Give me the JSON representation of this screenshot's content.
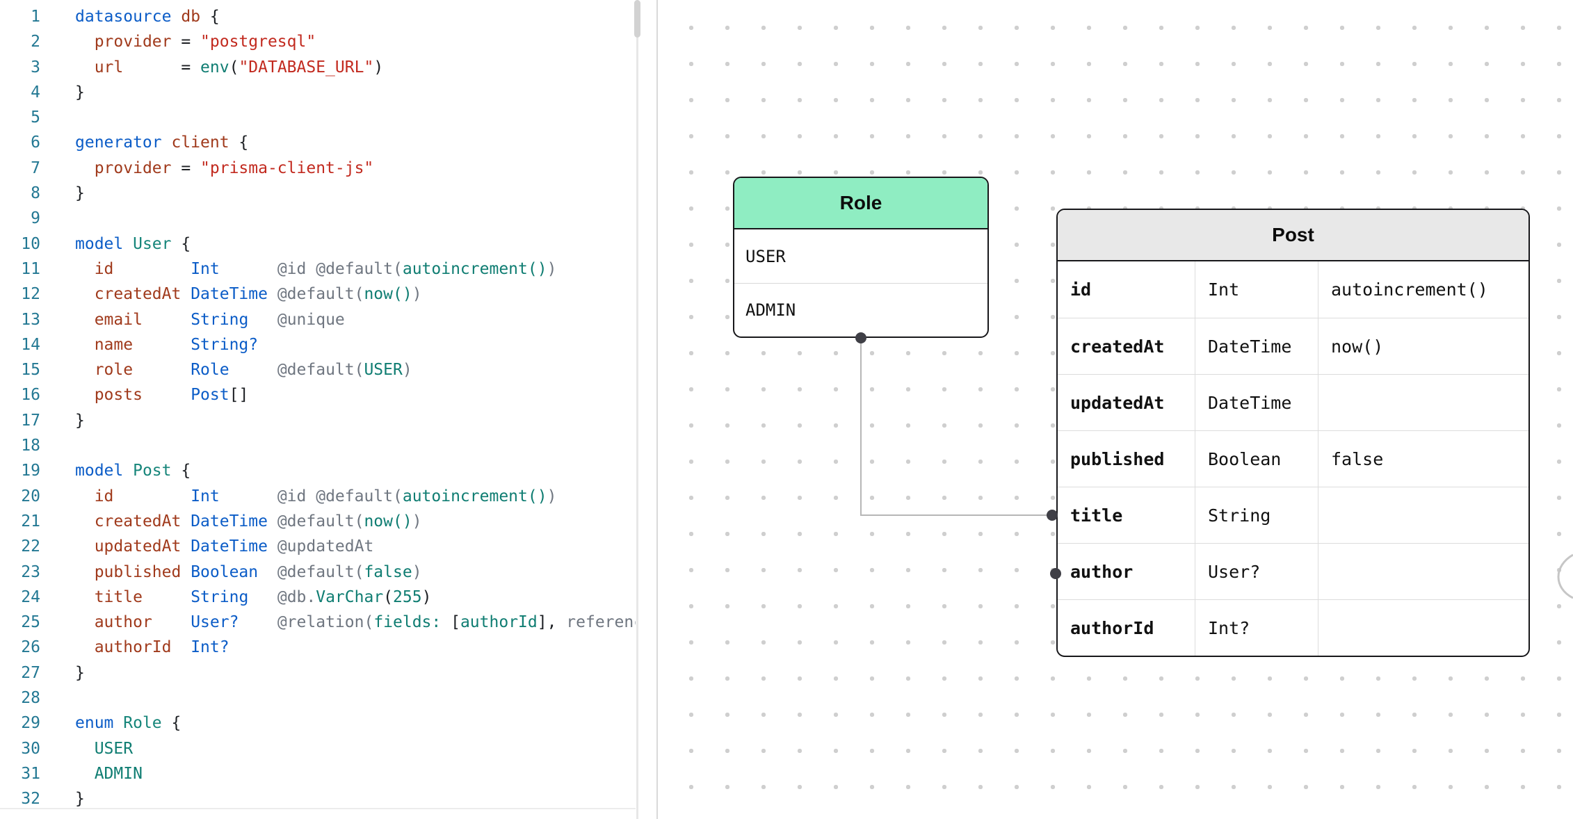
{
  "editor": {
    "palette": {
      "plain": "#1c1f23",
      "kw": "#0b5cc7",
      "type": "#0b5cc7",
      "entity": "#16857a",
      "field": "#a03a1c",
      "string": "#c22a1f",
      "attr": "#6f7680",
      "teal": "#0f7d72",
      "linenum": "#237893"
    },
    "lines": [
      {
        "n": "1",
        "s": [
          {
            "t": "datasource",
            "c": "kw"
          },
          {
            "t": " ",
            "c": "plain"
          },
          {
            "t": "db",
            "c": "field"
          },
          {
            "t": " {",
            "c": "plain"
          }
        ]
      },
      {
        "n": "2",
        "s": [
          {
            "t": "  ",
            "c": "plain"
          },
          {
            "t": "provider",
            "c": "field"
          },
          {
            "t": " = ",
            "c": "plain"
          },
          {
            "t": "\"postgresql\"",
            "c": "string"
          }
        ]
      },
      {
        "n": "3",
        "s": [
          {
            "t": "  ",
            "c": "plain"
          },
          {
            "t": "url",
            "c": "field"
          },
          {
            "t": "      = ",
            "c": "plain"
          },
          {
            "t": "env",
            "c": "teal"
          },
          {
            "t": "(",
            "c": "plain"
          },
          {
            "t": "\"DATABASE_URL\"",
            "c": "string"
          },
          {
            "t": ")",
            "c": "plain"
          }
        ]
      },
      {
        "n": "4",
        "s": [
          {
            "t": "}",
            "c": "plain"
          }
        ]
      },
      {
        "n": "5",
        "s": []
      },
      {
        "n": "6",
        "s": [
          {
            "t": "generator",
            "c": "kw"
          },
          {
            "t": " ",
            "c": "plain"
          },
          {
            "t": "client",
            "c": "field"
          },
          {
            "t": " {",
            "c": "plain"
          }
        ]
      },
      {
        "n": "7",
        "s": [
          {
            "t": "  ",
            "c": "plain"
          },
          {
            "t": "provider",
            "c": "field"
          },
          {
            "t": " = ",
            "c": "plain"
          },
          {
            "t": "\"prisma-client-js\"",
            "c": "string"
          }
        ]
      },
      {
        "n": "8",
        "s": [
          {
            "t": "}",
            "c": "plain"
          }
        ]
      },
      {
        "n": "9",
        "s": []
      },
      {
        "n": "10",
        "s": [
          {
            "t": "model",
            "c": "kw"
          },
          {
            "t": " ",
            "c": "plain"
          },
          {
            "t": "User",
            "c": "entity"
          },
          {
            "t": " {",
            "c": "plain"
          }
        ]
      },
      {
        "n": "11",
        "s": [
          {
            "t": "  ",
            "c": "plain"
          },
          {
            "t": "id",
            "c": "field"
          },
          {
            "t": "        ",
            "c": "plain"
          },
          {
            "t": "Int",
            "c": "type"
          },
          {
            "t": "      ",
            "c": "plain"
          },
          {
            "t": "@id @default(",
            "c": "attr"
          },
          {
            "t": "autoincrement()",
            "c": "teal"
          },
          {
            "t": ")",
            "c": "attr"
          }
        ]
      },
      {
        "n": "12",
        "s": [
          {
            "t": "  ",
            "c": "plain"
          },
          {
            "t": "createdAt",
            "c": "field"
          },
          {
            "t": " ",
            "c": "plain"
          },
          {
            "t": "DateTime",
            "c": "type"
          },
          {
            "t": " ",
            "c": "plain"
          },
          {
            "t": "@default(",
            "c": "attr"
          },
          {
            "t": "now()",
            "c": "teal"
          },
          {
            "t": ")",
            "c": "attr"
          }
        ]
      },
      {
        "n": "13",
        "s": [
          {
            "t": "  ",
            "c": "plain"
          },
          {
            "t": "email",
            "c": "field"
          },
          {
            "t": "     ",
            "c": "plain"
          },
          {
            "t": "String",
            "c": "type"
          },
          {
            "t": "   ",
            "c": "plain"
          },
          {
            "t": "@unique",
            "c": "attr"
          }
        ]
      },
      {
        "n": "14",
        "s": [
          {
            "t": "  ",
            "c": "plain"
          },
          {
            "t": "name",
            "c": "field"
          },
          {
            "t": "      ",
            "c": "plain"
          },
          {
            "t": "String?",
            "c": "type"
          }
        ]
      },
      {
        "n": "15",
        "s": [
          {
            "t": "  ",
            "c": "plain"
          },
          {
            "t": "role",
            "c": "field"
          },
          {
            "t": "      ",
            "c": "plain"
          },
          {
            "t": "Role",
            "c": "type"
          },
          {
            "t": "     ",
            "c": "plain"
          },
          {
            "t": "@default(",
            "c": "attr"
          },
          {
            "t": "USER",
            "c": "teal"
          },
          {
            "t": ")",
            "c": "attr"
          }
        ]
      },
      {
        "n": "16",
        "s": [
          {
            "t": "  ",
            "c": "plain"
          },
          {
            "t": "posts",
            "c": "field"
          },
          {
            "t": "     ",
            "c": "plain"
          },
          {
            "t": "Post",
            "c": "type"
          },
          {
            "t": "[]",
            "c": "plain"
          }
        ]
      },
      {
        "n": "17",
        "s": [
          {
            "t": "}",
            "c": "plain"
          }
        ]
      },
      {
        "n": "18",
        "s": []
      },
      {
        "n": "19",
        "s": [
          {
            "t": "model",
            "c": "kw"
          },
          {
            "t": " ",
            "c": "plain"
          },
          {
            "t": "Post",
            "c": "entity"
          },
          {
            "t": " {",
            "c": "plain"
          }
        ]
      },
      {
        "n": "20",
        "s": [
          {
            "t": "  ",
            "c": "plain"
          },
          {
            "t": "id",
            "c": "field"
          },
          {
            "t": "        ",
            "c": "plain"
          },
          {
            "t": "Int",
            "c": "type"
          },
          {
            "t": "      ",
            "c": "plain"
          },
          {
            "t": "@id @default(",
            "c": "attr"
          },
          {
            "t": "autoincrement()",
            "c": "teal"
          },
          {
            "t": ")",
            "c": "attr"
          }
        ]
      },
      {
        "n": "21",
        "s": [
          {
            "t": "  ",
            "c": "plain"
          },
          {
            "t": "createdAt",
            "c": "field"
          },
          {
            "t": " ",
            "c": "plain"
          },
          {
            "t": "DateTime",
            "c": "type"
          },
          {
            "t": " ",
            "c": "plain"
          },
          {
            "t": "@default(",
            "c": "attr"
          },
          {
            "t": "now()",
            "c": "teal"
          },
          {
            "t": ")",
            "c": "attr"
          }
        ]
      },
      {
        "n": "22",
        "s": [
          {
            "t": "  ",
            "c": "plain"
          },
          {
            "t": "updatedAt",
            "c": "field"
          },
          {
            "t": " ",
            "c": "plain"
          },
          {
            "t": "DateTime",
            "c": "type"
          },
          {
            "t": " ",
            "c": "plain"
          },
          {
            "t": "@updatedAt",
            "c": "attr"
          }
        ]
      },
      {
        "n": "23",
        "s": [
          {
            "t": "  ",
            "c": "plain"
          },
          {
            "t": "published",
            "c": "field"
          },
          {
            "t": " ",
            "c": "plain"
          },
          {
            "t": "Boolean",
            "c": "type"
          },
          {
            "t": "  ",
            "c": "plain"
          },
          {
            "t": "@default(",
            "c": "attr"
          },
          {
            "t": "false",
            "c": "teal"
          },
          {
            "t": ")",
            "c": "attr"
          }
        ]
      },
      {
        "n": "24",
        "s": [
          {
            "t": "  ",
            "c": "plain"
          },
          {
            "t": "title",
            "c": "field"
          },
          {
            "t": "     ",
            "c": "plain"
          },
          {
            "t": "String",
            "c": "type"
          },
          {
            "t": "   ",
            "c": "plain"
          },
          {
            "t": "@db.",
            "c": "attr"
          },
          {
            "t": "VarChar",
            "c": "teal"
          },
          {
            "t": "(",
            "c": "plain"
          },
          {
            "t": "255",
            "c": "teal"
          },
          {
            "t": ")",
            "c": "plain"
          }
        ]
      },
      {
        "n": "25",
        "s": [
          {
            "t": "  ",
            "c": "plain"
          },
          {
            "t": "author",
            "c": "field"
          },
          {
            "t": "    ",
            "c": "plain"
          },
          {
            "t": "User?",
            "c": "type"
          },
          {
            "t": "    ",
            "c": "plain"
          },
          {
            "t": "@relation(",
            "c": "attr"
          },
          {
            "t": "fields:",
            "c": "teal"
          },
          {
            "t": " [",
            "c": "plain"
          },
          {
            "t": "authorId",
            "c": "teal"
          },
          {
            "t": "], ",
            "c": "plain"
          },
          {
            "t": "referenc",
            "c": "attr"
          }
        ]
      },
      {
        "n": "26",
        "s": [
          {
            "t": "  ",
            "c": "plain"
          },
          {
            "t": "authorId",
            "c": "field"
          },
          {
            "t": "  ",
            "c": "plain"
          },
          {
            "t": "Int?",
            "c": "type"
          }
        ]
      },
      {
        "n": "27",
        "s": [
          {
            "t": "}",
            "c": "plain"
          }
        ]
      },
      {
        "n": "28",
        "s": []
      },
      {
        "n": "29",
        "s": [
          {
            "t": "enum",
            "c": "kw"
          },
          {
            "t": " ",
            "c": "plain"
          },
          {
            "t": "Role",
            "c": "entity"
          },
          {
            "t": " {",
            "c": "plain"
          }
        ]
      },
      {
        "n": "30",
        "s": [
          {
            "t": "  ",
            "c": "plain"
          },
          {
            "t": "USER",
            "c": "teal"
          }
        ]
      },
      {
        "n": "31",
        "s": [
          {
            "t": "  ",
            "c": "plain"
          },
          {
            "t": "ADMIN",
            "c": "teal"
          }
        ]
      },
      {
        "n": "32",
        "s": [
          {
            "t": "}",
            "c": "plain"
          }
        ]
      }
    ]
  },
  "diagram": {
    "dot_color": "#cfcfcf",
    "edge_color": "#b6b6b6",
    "role_table": {
      "title": "Role",
      "header_color": "#8fedc2",
      "values": [
        "USER",
        "ADMIN"
      ]
    },
    "post_table": {
      "title": "Post",
      "header_color": "#e8e8e8",
      "rows": [
        [
          "id",
          "Int",
          "autoincrement()"
        ],
        [
          "createdAt",
          "DateTime",
          "now()"
        ],
        [
          "updatedAt",
          "DateTime",
          ""
        ],
        [
          "published",
          "Boolean",
          "false"
        ],
        [
          "title",
          "String",
          ""
        ],
        [
          "author",
          "User?",
          ""
        ],
        [
          "authorId",
          "Int?",
          ""
        ]
      ]
    }
  }
}
